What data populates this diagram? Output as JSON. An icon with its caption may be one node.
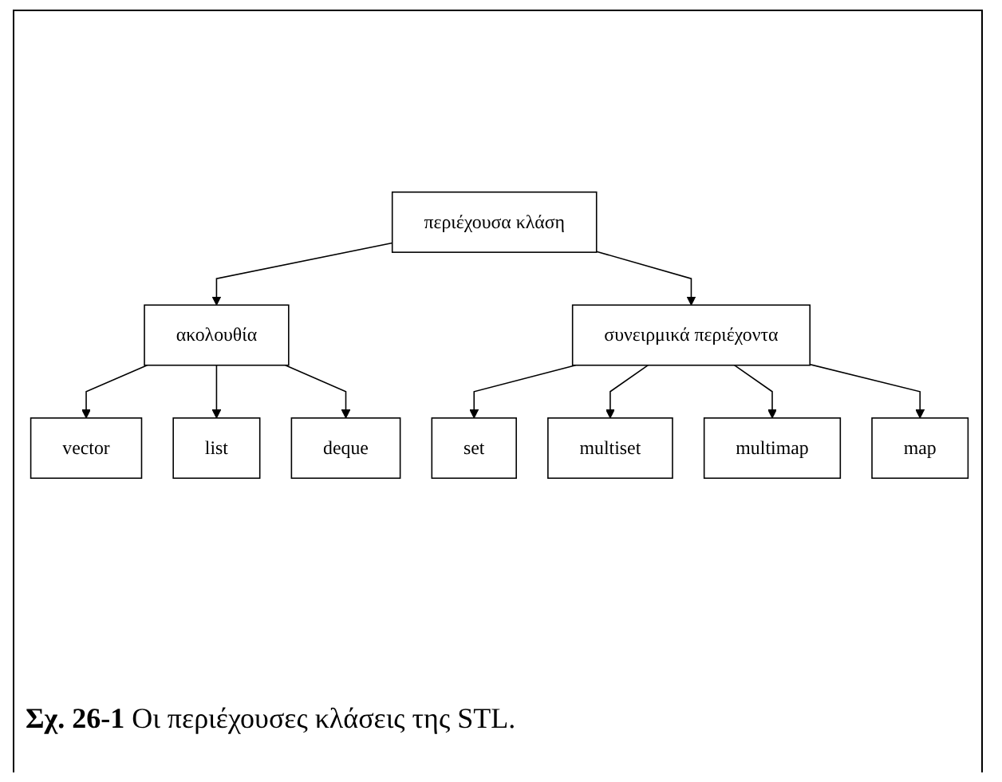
{
  "diagram": {
    "caption": "**Σχ. 26-1** Οι περιέχουσες κλάσεις της STL.",
    "nodes": [
      {
        "text": [
          "περιέχουσα κλάση"
        ]
      },
      {
        "text": [
          "ακολουθία"
        ]
      },
      {
        "text": [
          "συνειρμικά περιέχοντα"
        ]
      },
      {
        "text": [
          "vector"
        ]
      },
      {
        "text": [
          "list"
        ]
      },
      {
        "text": [
          "deque"
        ]
      },
      {
        "text": [
          "set"
        ]
      },
      {
        "text": [
          "multiset"
        ]
      },
      {
        "text": [
          "multimap"
        ]
      },
      {
        "text": [
          "map"
        ]
      }
    ],
    "edges": [
      {
        "from": 0,
        "to": 1,
        "arrow": "to"
      },
      {
        "from": 0,
        "to": 2,
        "arrow": "to"
      },
      {
        "from": 1,
        "to": 3,
        "arrow": "to"
      },
      {
        "from": 1,
        "to": 4,
        "arrow": "to"
      },
      {
        "from": 1,
        "to": 5,
        "arrow": "to"
      },
      {
        "from": 2,
        "to": 6,
        "arrow": "to"
      },
      {
        "from": 2,
        "to": 7,
        "arrow": "to"
      },
      {
        "from": 2,
        "to": 8,
        "arrow": "to"
      },
      {
        "from": 2,
        "to": 9,
        "arrow": "to"
      }
    ]
  }
}
